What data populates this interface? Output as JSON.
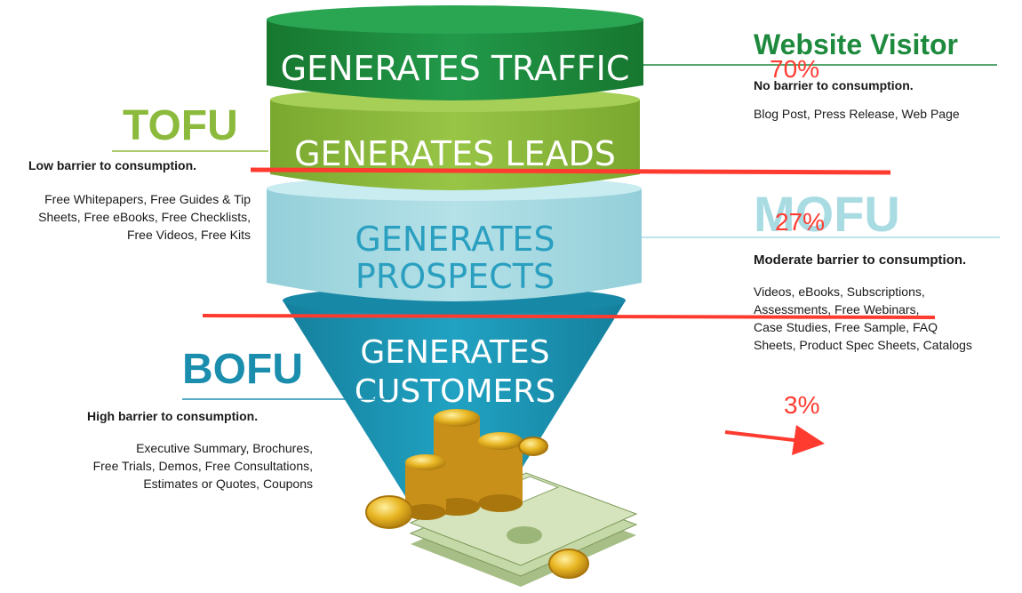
{
  "colors": {
    "traffic": "#1e8a3e",
    "leads": "#8cba3c",
    "prospects": "#a9dbe3",
    "customers": "#1b94b3",
    "bofu_head": "#1b8eae",
    "tofu_head": "#8cba3c",
    "visitor_head": "#1e8a3e",
    "mofu_head": "#a9dbe3",
    "annotation": "#ff3b30"
  },
  "funnel": {
    "traffic": "GENERATES TRAFFIC",
    "leads": "GENERATES LEADS",
    "prospects_line1": "GENERATES",
    "prospects_line2": "PROSPECTS",
    "customers_line1": "GENERATES",
    "customers_line2": "CUSTOMERS"
  },
  "visitor": {
    "heading": "Website Visitor",
    "barrier": "No barrier to consumption.",
    "examples": "Blog Post, Press Release, Web Page"
  },
  "tofu": {
    "heading": "TOFU",
    "barrier": "Low barrier to consumption.",
    "examples_lines": [
      "Free Whitepapers, Free Guides & Tip",
      "Sheets, Free eBooks, Free Checklists,",
      "Free Videos, Free Kits"
    ]
  },
  "mofu": {
    "heading": "MOFU",
    "barrier": "Moderate barrier to consumption.",
    "examples_lines": [
      "Videos, eBooks, Subscriptions,",
      "Assessments, Free Webinars,",
      "Case Studies, Free Sample, FAQ",
      "Sheets, Product Spec Sheets, Catalogs"
    ]
  },
  "bofu": {
    "heading": "BOFU",
    "barrier": "High barrier to consumption.",
    "examples_lines": [
      "Executive Summary, Brochures,",
      "Free Trials, Demos, Free Consultations,",
      "Estimates or Quotes, Coupons"
    ]
  },
  "annotations": {
    "pct_top": "70%",
    "pct_mid": "27%",
    "pct_bottom": "3%"
  },
  "icons": {
    "money": "money-pile-icon",
    "arrow": "red-arrow-icon"
  }
}
